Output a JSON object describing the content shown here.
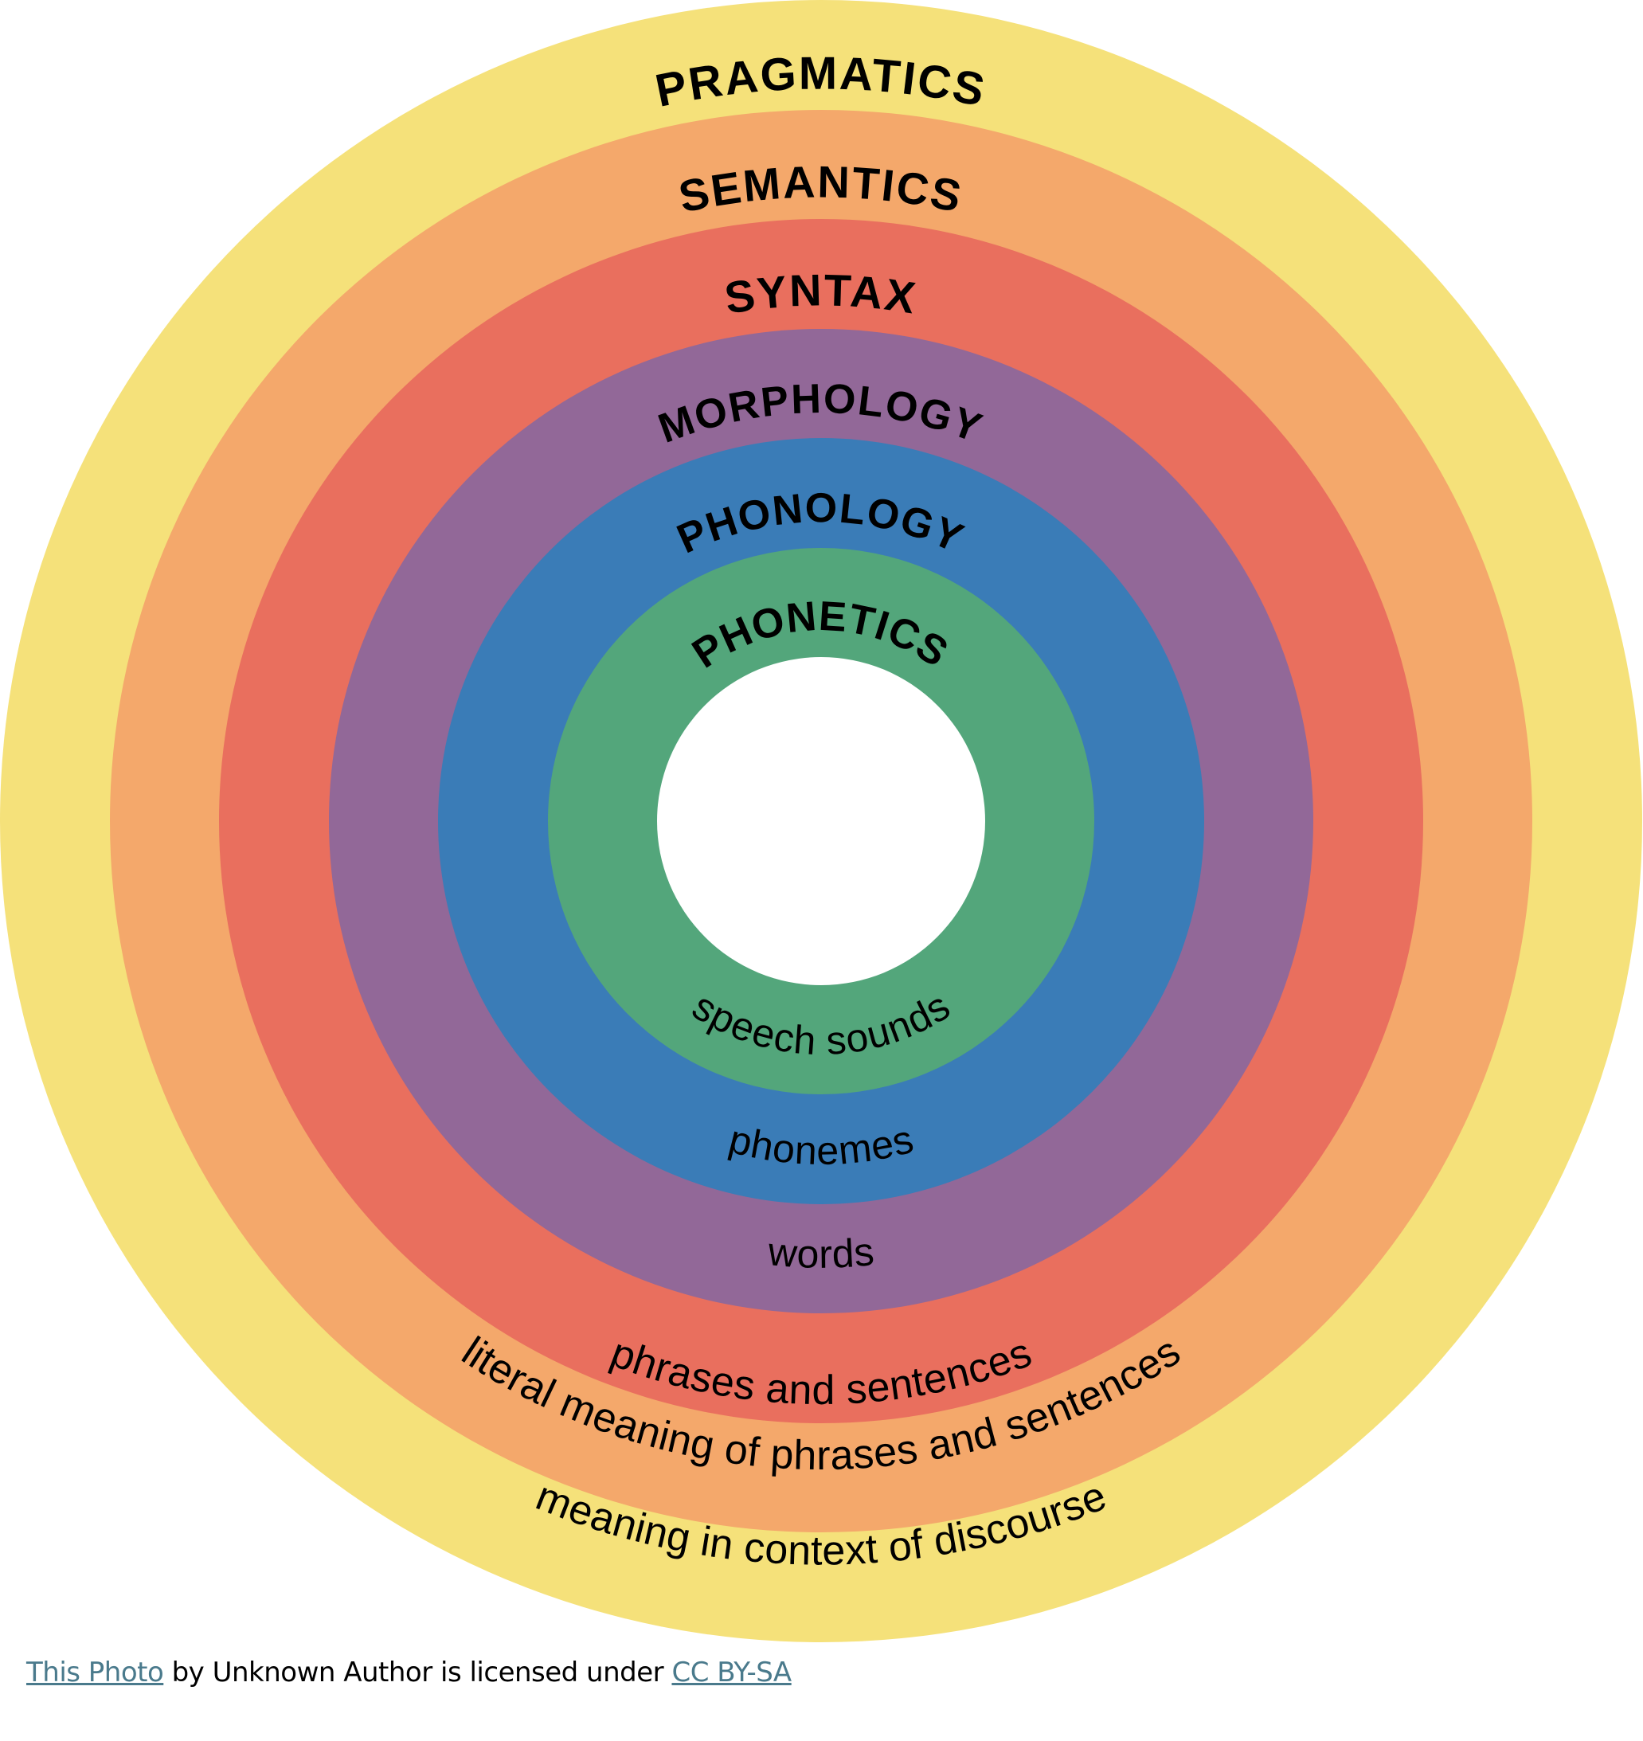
{
  "diagram": {
    "title": "Levels of language",
    "layers": [
      {
        "name": "Pragmatics",
        "label": "PRAGMATICS",
        "description": "meaning in context of discourse",
        "color": "#F5E17A"
      },
      {
        "name": "Semantics",
        "label": "SEMANTICS",
        "description": "literal meaning of phrases and sentences",
        "color": "#F4A86B"
      },
      {
        "name": "Syntax",
        "label": "SYNTAX",
        "description": "phrases and sentences",
        "color": "#E96F5E"
      },
      {
        "name": "Morphology",
        "label": "MORPHOLOGY",
        "description": "words",
        "color": "#926898"
      },
      {
        "name": "Phonology",
        "label": "PHONOLOGY",
        "description": "phonemes",
        "color": "#3A7CB7"
      },
      {
        "name": "Phonetics",
        "label": "PHONETICS",
        "description": "speech sounds",
        "color": "#53A67B"
      }
    ],
    "center_color": "#FFFFFF"
  },
  "caption": {
    "link1": "This Photo",
    "middle": " by Unknown Author is licensed under ",
    "link2": "CC BY-SA",
    "link_color": "#4A7A8C"
  }
}
